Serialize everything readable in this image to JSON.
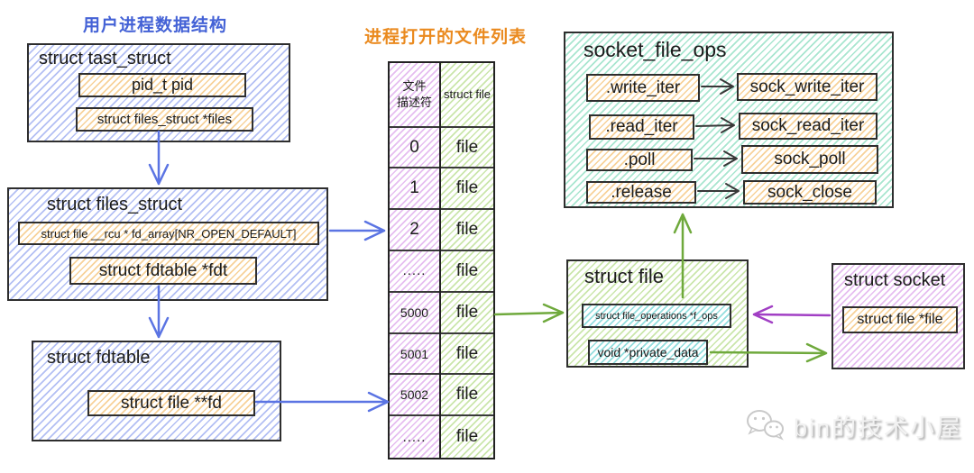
{
  "colors": {
    "blue_title": "#4462d6",
    "orange_title": "#ea8a1f",
    "blue_arrow": "#5b74e3",
    "green_arrow": "#6fa93c",
    "purple_arrow": "#a13fc4",
    "black_arrow": "#383838"
  },
  "left_panel": {
    "title": "用户进程数据结构",
    "task_struct": {
      "label": "struct  tast_struct",
      "fields": [
        {
          "label": "pid_t  pid"
        },
        {
          "label": "struct  files_struct *files"
        }
      ]
    },
    "files_struct": {
      "label": "struct files_struct",
      "fields": [
        {
          "label": "struct file __rcu * fd_array[NR_OPEN_DEFAULT]"
        },
        {
          "label": "struct fdtable *fdt"
        }
      ]
    },
    "fdtable": {
      "label": "struct fdtable",
      "fields": [
        {
          "label": "struct file **fd"
        }
      ]
    }
  },
  "file_list": {
    "title": "进程打开的文件列表",
    "header": {
      "fd_line1": "文件",
      "fd_line2": "描述符",
      "file": "struct file"
    },
    "rows": [
      {
        "fd": "0",
        "file": "file"
      },
      {
        "fd": "1",
        "file": "file"
      },
      {
        "fd": "2",
        "file": "file"
      },
      {
        "fd": ".....",
        "file": "file"
      },
      {
        "fd": "5000",
        "file": "file"
      },
      {
        "fd": "5001",
        "file": "file"
      },
      {
        "fd": "5002",
        "file": "file"
      },
      {
        "fd": ".....",
        "file": "file"
      }
    ]
  },
  "socket_file_ops": {
    "label": "socket_file_ops",
    "mappings": [
      {
        "field": ".write_iter",
        "handler": "sock_write_iter"
      },
      {
        "field": ".read_iter",
        "handler": "sock_read_iter"
      },
      {
        "field": ".poll",
        "handler": "sock_poll"
      },
      {
        "field": ".release",
        "handler": "sock_close"
      }
    ]
  },
  "struct_file": {
    "label": "struct file",
    "fields": [
      {
        "label": "struct file_operations *f_ops"
      },
      {
        "label": "void *private_data"
      }
    ]
  },
  "struct_socket": {
    "label": "struct socket",
    "fields": [
      {
        "label": "struct file *file"
      }
    ]
  },
  "watermark": {
    "text": "bin的技术小屋",
    "icon": "wechat-icon"
  }
}
